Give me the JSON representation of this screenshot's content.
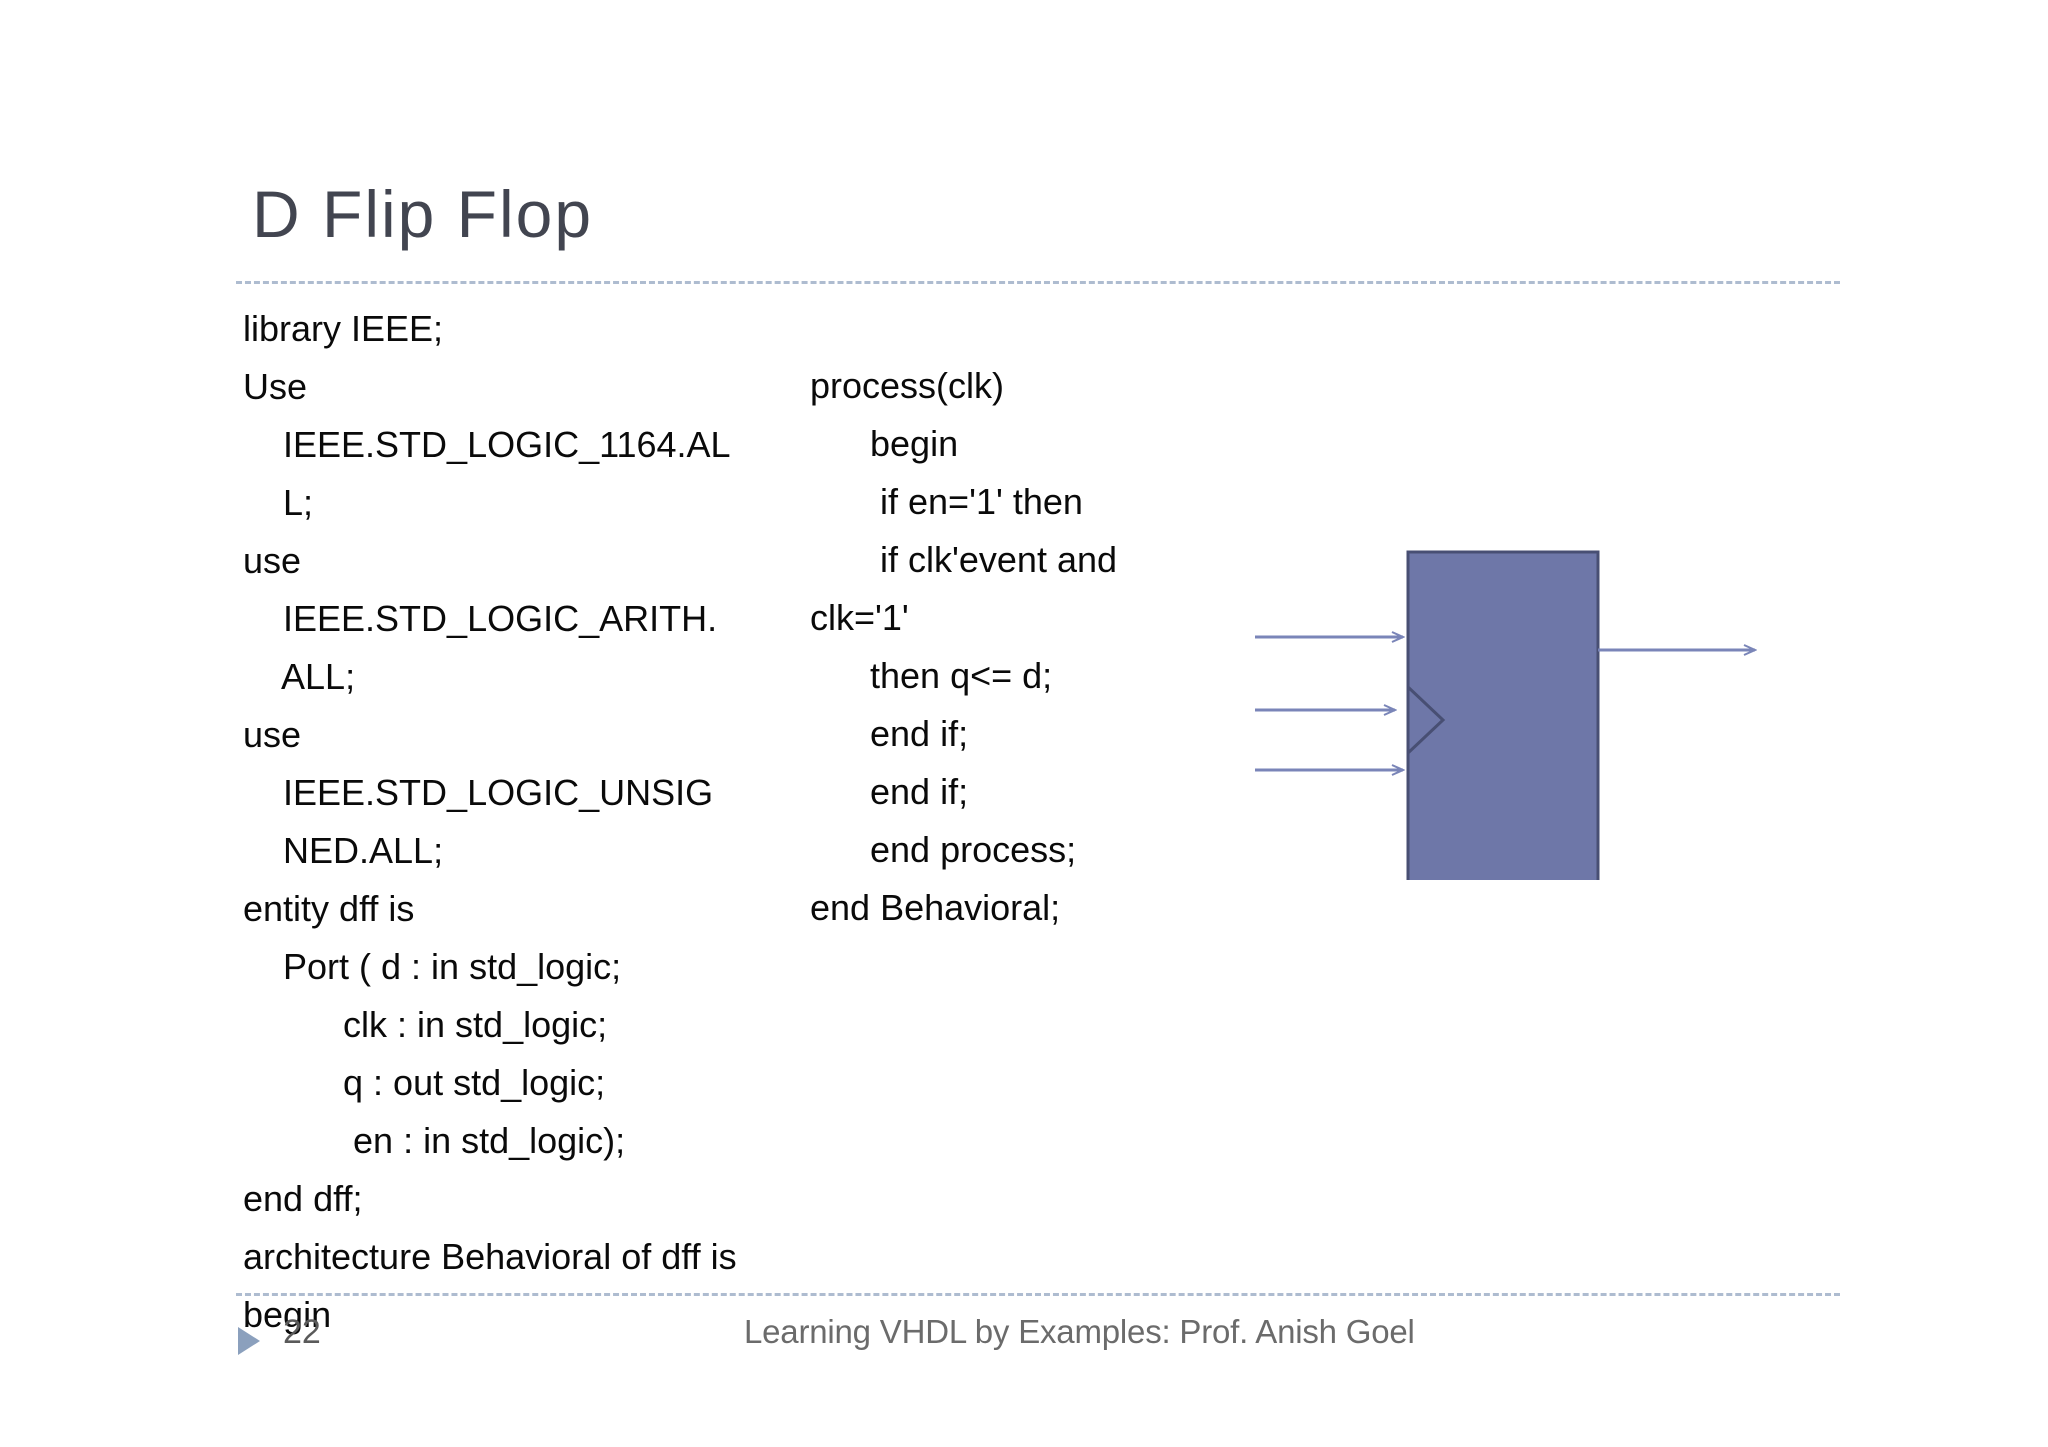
{
  "slide": {
    "title": "D Flip Flop",
    "title_color": "#424550",
    "background_color": "#ffffff",
    "divider_color": "#aebcd0"
  },
  "code_left": {
    "lines": [
      "library IEEE;",
      "Use",
      "    IEEE.STD_LOGIC_1164.AL",
      "    L;",
      "use",
      "    IEEE.STD_LOGIC_ARITH.",
      "    ALL;",
      "use",
      "    IEEE.STD_LOGIC_UNSIG",
      "    NED.ALL;",
      "entity dff is",
      "    Port ( d : in std_logic;",
      "          clk : in std_logic;",
      "          q : out std_logic;",
      "           en : in std_logic);",
      "end dff;",
      "architecture Behavioral of dff is",
      "begin"
    ]
  },
  "code_right": {
    "lines": [
      "process(clk)",
      "      begin",
      "       if en='1' then",
      "       if clk'event and",
      "clk='1'",
      "      then q<= d;",
      "      end if;",
      "      end if;",
      "      end process;",
      "end Behavioral;"
    ]
  },
  "diagram": {
    "label": "d-flip-flop-block",
    "box_fill": "#6E77A8",
    "box_stroke": "#484f73",
    "arrow_color": "#7a85b8",
    "input_count": 3,
    "output_count": 1,
    "clock_notch": true
  },
  "footer": {
    "page_number": "22",
    "center_text": "Learning VHDL by Examples: Prof. Anish Goel",
    "bullet_color": "#8ba0bd"
  }
}
